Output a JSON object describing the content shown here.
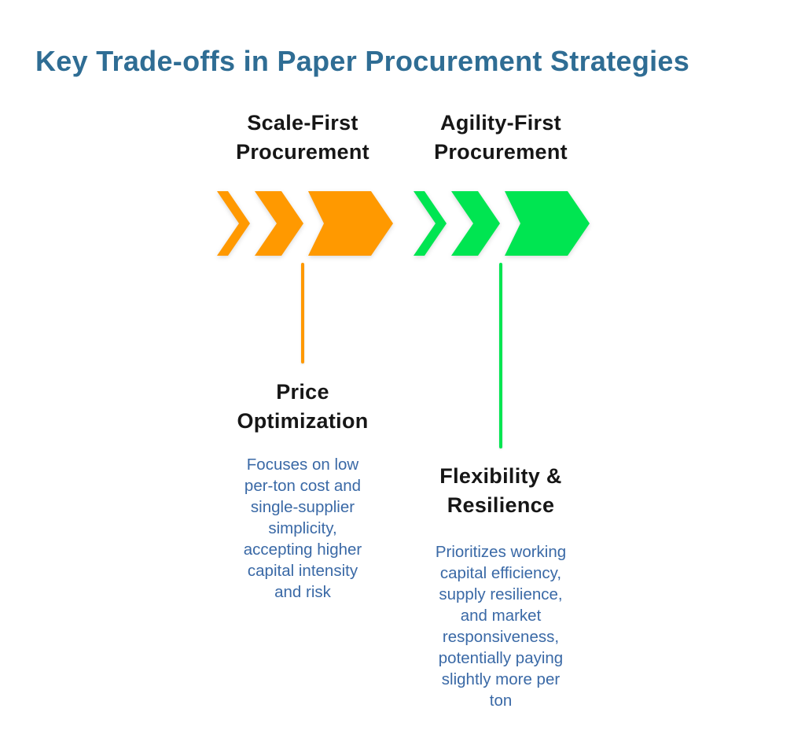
{
  "title": "Key Trade-offs in Paper Procurement Strategies",
  "colors": {
    "title": "#2F6D94",
    "heading_text": "#161616",
    "description_text": "#3A69A6",
    "background": "#FFFFFF"
  },
  "columns": [
    {
      "header": "Scale-First\nProcurement",
      "accent": "#FF9900",
      "label": "Price\nOptimization",
      "description": "Focuses on low\nper-ton cost and\nsingle-supplier\nsimplicity,\naccepting higher\ncapital intensity\nand risk"
    },
    {
      "header": "Agility-First\nProcurement",
      "accent": "#00E551",
      "label": "Flexibility &\nResilience",
      "description": "Prioritizes working\ncapital efficiency,\nsupply resilience,\nand market\nresponsiveness,\npotentially paying\nslightly more per\nton"
    }
  ]
}
